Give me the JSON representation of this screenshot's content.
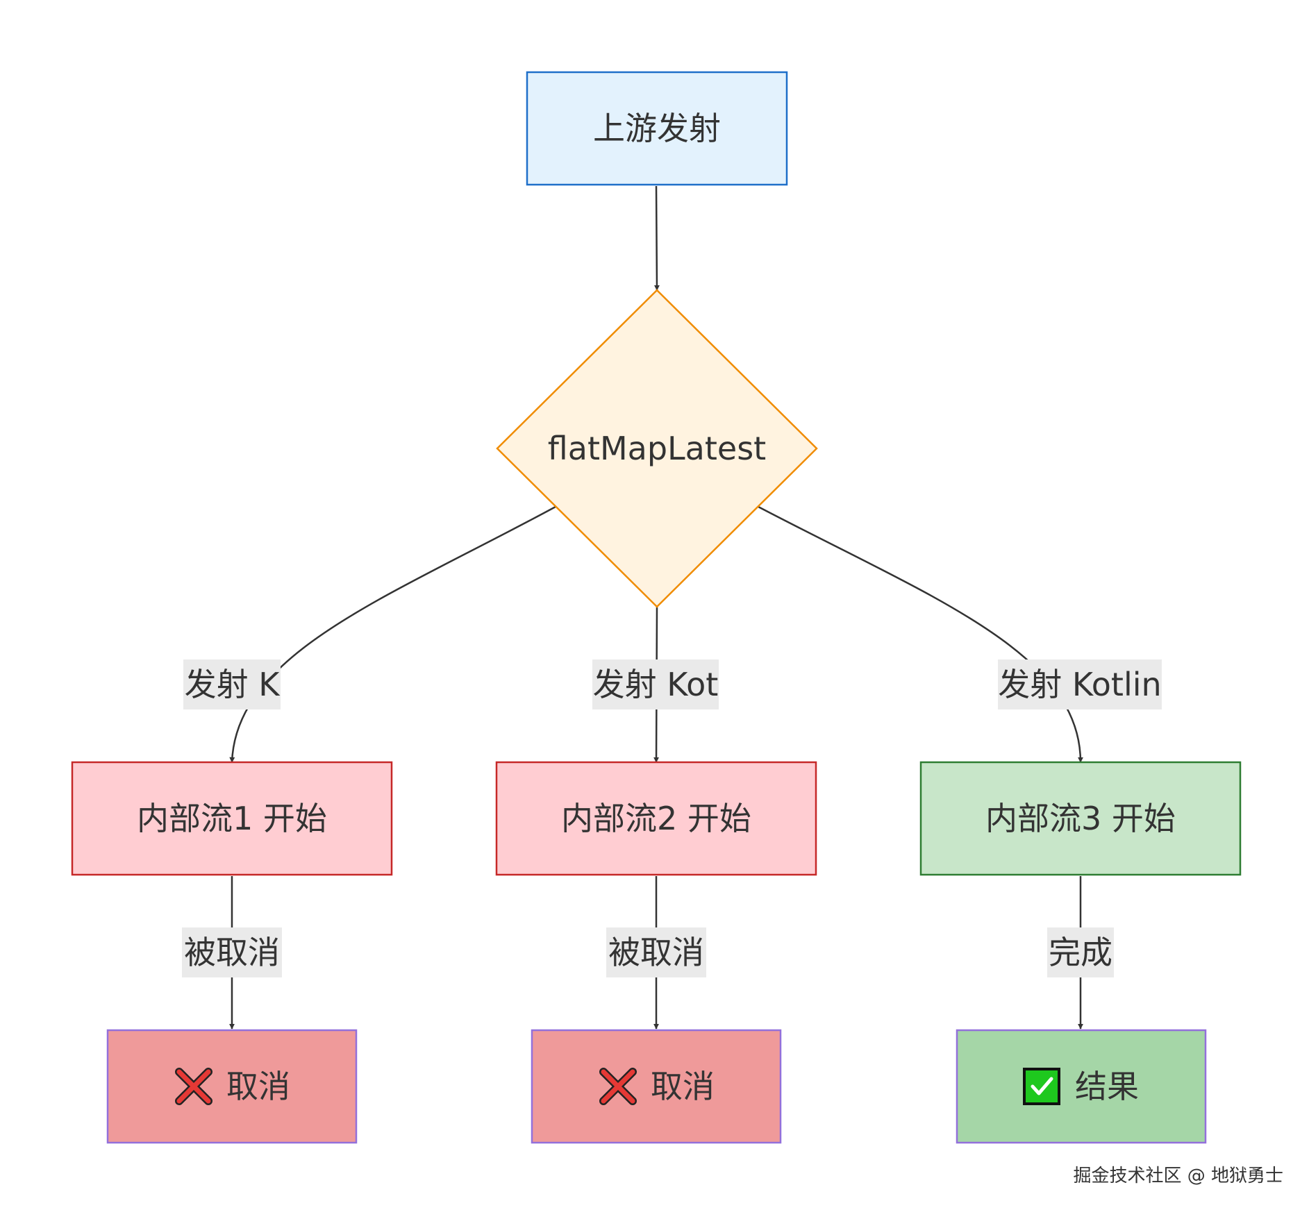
{
  "nodes": {
    "upstream": {
      "label": "上游发射",
      "fill": "#e3f2fd",
      "stroke": "#1e6fc9"
    },
    "operator": {
      "label": "flatMapLatest",
      "fill": "#fff3e0",
      "stroke": "#f08c00"
    },
    "inner1": {
      "label": "内部流1 开始",
      "fill": "#ffcdd2",
      "stroke": "#c62828"
    },
    "inner2": {
      "label": "内部流2 开始",
      "fill": "#ffcdd2",
      "stroke": "#c62828"
    },
    "inner3": {
      "label": "内部流3 开始",
      "fill": "#c8e6c9",
      "stroke": "#2e7d32"
    },
    "cancel1": {
      "icon": "cross-mark-icon",
      "label": "取消",
      "fill": "#ef9a9a",
      "stroke": "#9370db"
    },
    "cancel2": {
      "icon": "cross-mark-icon",
      "label": "取消",
      "fill": "#ef9a9a",
      "stroke": "#9370db"
    },
    "result": {
      "icon": "check-mark-icon",
      "label": "结果",
      "fill": "#a5d6a7",
      "stroke": "#9370db"
    }
  },
  "edges": {
    "emit_k": "发射 K",
    "emit_kot": "发射 Kot",
    "emit_kotlin": "发射 Kotlin",
    "cancelled1": "被取消",
    "cancelled2": "被取消",
    "completed": "完成"
  },
  "colors": {
    "edge": "#333333",
    "edge_label_bg": "#eaeaea",
    "cross": "#e53935",
    "check": "#1ec81e"
  },
  "watermark": "掘金技术社区 @ 地狱勇士"
}
